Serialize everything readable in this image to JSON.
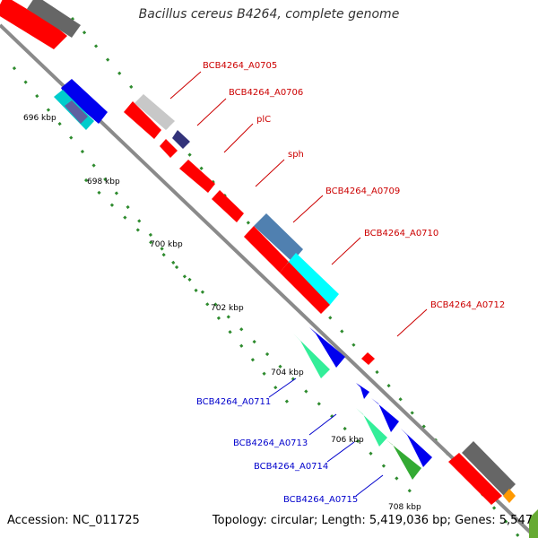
{
  "title": "Bacillus cereus B4264, complete genome",
  "footer": {
    "accession": "Accession: NC_011725",
    "summary": "Topology: circular; Length: 5,419,036 bp; Genes: 5,547"
  },
  "ticks": [
    "696 kbp",
    "698 kbp",
    "700 kbp",
    "702 kbp",
    "704 kbp",
    "706 kbp",
    "708 kbp"
  ],
  "labels_forward": [
    "BCB4264_A0705",
    "BCB4264_A0706",
    "plC",
    "sph",
    "BCB4264_A0709",
    "BCB4264_A0710",
    "BCB4264_A0712"
  ],
  "labels_reverse": [
    "BCB4264_A0711",
    "BCB4264_A0713",
    "BCB4264_A0714",
    "BCB4264_A0715"
  ],
  "colors": {
    "forward_label": "#cc0000",
    "reverse_label": "#0000cc",
    "backbone": "#8a8a8a",
    "grid": "#2e8b2e",
    "red": "#ff0000",
    "blue": "#0000ee",
    "cyan": "#00ffff",
    "steelblue": "#5080b0",
    "mint": "#33ee99",
    "green": "#33aa33",
    "darkgray": "#666666",
    "lightgray": "#c8c8c8",
    "navy": "#33337a",
    "orange": "#ff9900"
  }
}
